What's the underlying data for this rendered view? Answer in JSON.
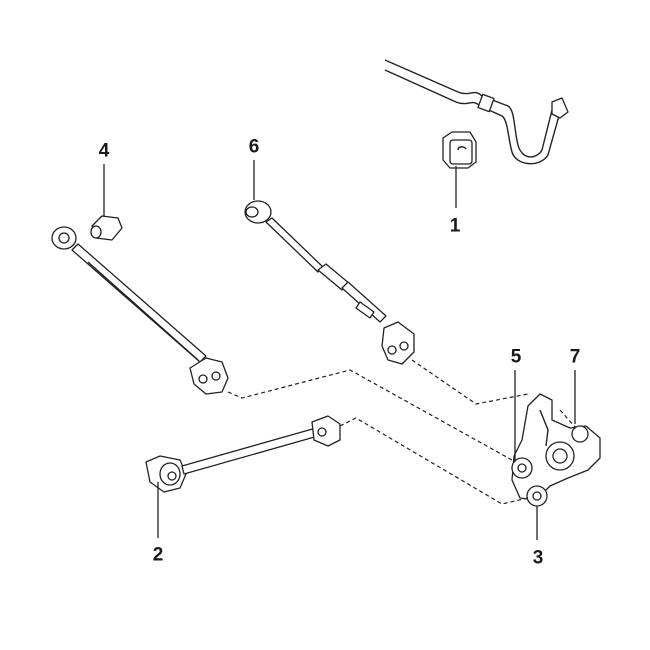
{
  "parts": [
    {
      "id": "stabilizer-bushing",
      "number": "1"
    },
    {
      "id": "lower-arm-no1",
      "number": "2"
    },
    {
      "id": "knuckle-lower-bushing",
      "number": "3"
    },
    {
      "id": "lower-arm-bushing",
      "number": "4"
    },
    {
      "id": "knuckle-bushing-5",
      "number": "5"
    },
    {
      "id": "adjustable-arm",
      "number": "6"
    },
    {
      "id": "knuckle-bushing-7",
      "number": "7"
    }
  ]
}
